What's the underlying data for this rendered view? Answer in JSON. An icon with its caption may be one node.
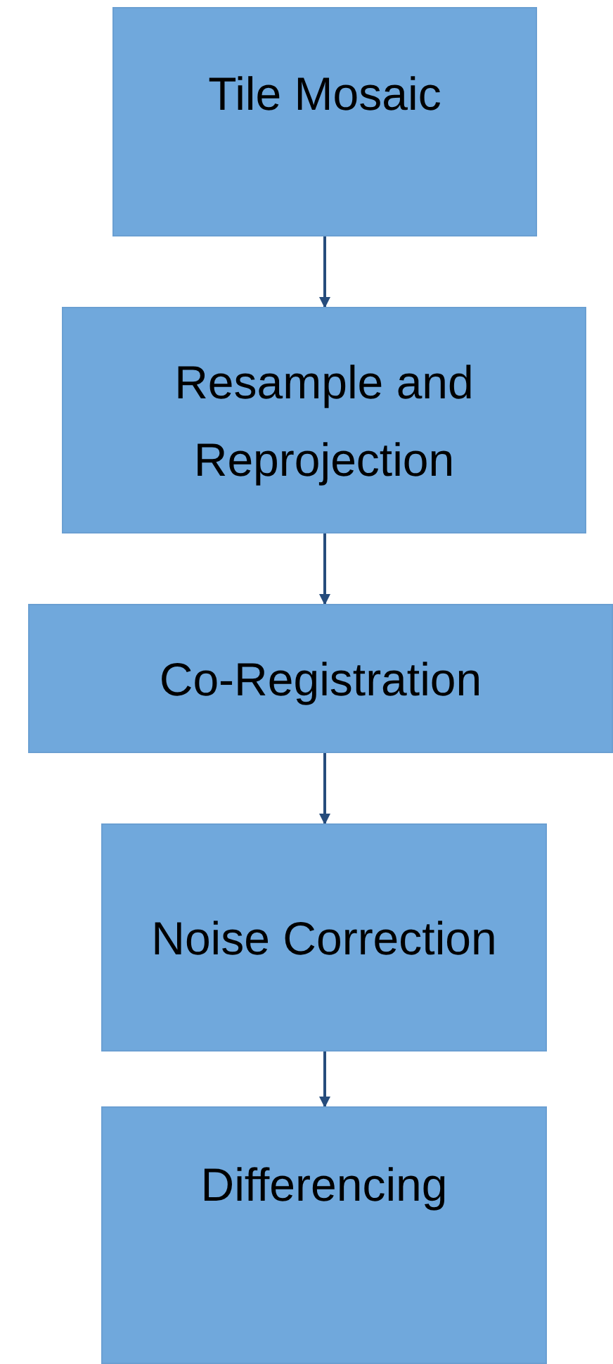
{
  "diagram": {
    "nodes": [
      {
        "text": [
          "Tile Mosaic"
        ]
      },
      {
        "text": [
          "Resample and Reprojection"
        ]
      },
      {
        "text": [
          "Co-Registration"
        ]
      },
      {
        "text": [
          "Noise Correction"
        ]
      },
      {
        "text": [
          "Differencing"
        ]
      }
    ],
    "edges": [
      {
        "from": 0,
        "to": 1,
        "arrow": "to"
      },
      {
        "from": 1,
        "to": 2,
        "arrow": "to"
      },
      {
        "from": 2,
        "to": 3,
        "arrow": "to"
      },
      {
        "from": 3,
        "to": 4,
        "arrow": "to"
      }
    ]
  }
}
